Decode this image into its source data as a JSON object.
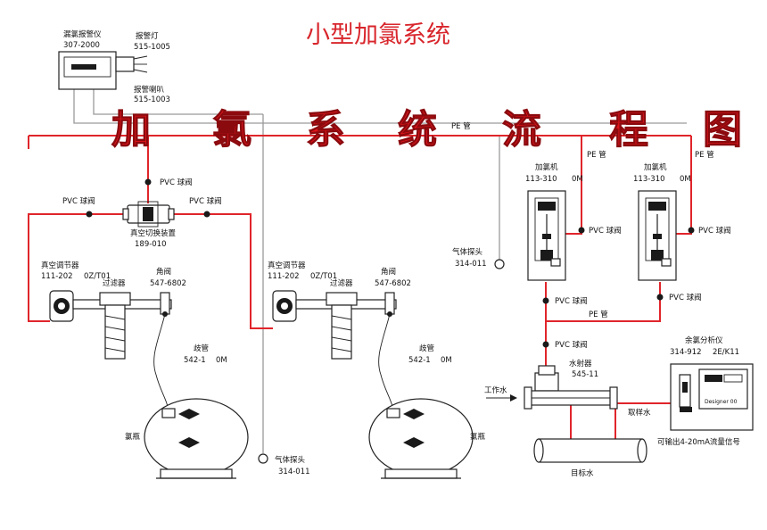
{
  "title": "小型加氯系统",
  "banner": [
    "加",
    "氯",
    "系",
    "统",
    "流",
    "程",
    "图"
  ],
  "labels": {
    "leak_alarm_name": "漏氯报警仪",
    "leak_alarm_code": "307-2000",
    "alarm_light_name": "报警灯",
    "alarm_light_code": "515-1005",
    "alarm_horn_name": "报警喇叭",
    "alarm_horn_code": "515-1003",
    "pe_pipe": "PE 管",
    "pvc_valve": "PVC 球阀",
    "vacuum_switch_name": "真空切换装置",
    "vacuum_switch_code": "189-010",
    "vacuum_regulator_name": "真空调节器",
    "vacuum_regulator_code": "111-202",
    "vacuum_regulator_spec": "0Z/T01",
    "filter": "过滤器",
    "angle_valve_name": "角阀",
    "angle_valve_code": "547-6802",
    "pigtail_name": "歧管",
    "pigtail_code": "542-1",
    "pigtail_spec": "0M",
    "cylinder": "氯瓶",
    "gas_probe_name": "气体探头",
    "gas_probe_code": "314-011",
    "chlorinator_name": "加氯机",
    "chlorinator_code": "113-310",
    "chlorinator_spec": "0M",
    "ejector_name": "水射器",
    "ejector_code": "545-11",
    "work_water": "工作水",
    "sample_water": "取样水",
    "target_water": "目标水",
    "analyzer_name": "余氯分析仪",
    "analyzer_code": "314-912",
    "analyzer_spec": "2E/K11",
    "analyzer_output": "可输出4-20mA流量信号",
    "analyzer_brand": "Designer 00"
  },
  "colors": {
    "title": "#d8262c",
    "banner": "#e0151b",
    "pipe_red": "#e0252b",
    "pipe_gray": "#9a9a9a",
    "equipment": "#222222"
  }
}
